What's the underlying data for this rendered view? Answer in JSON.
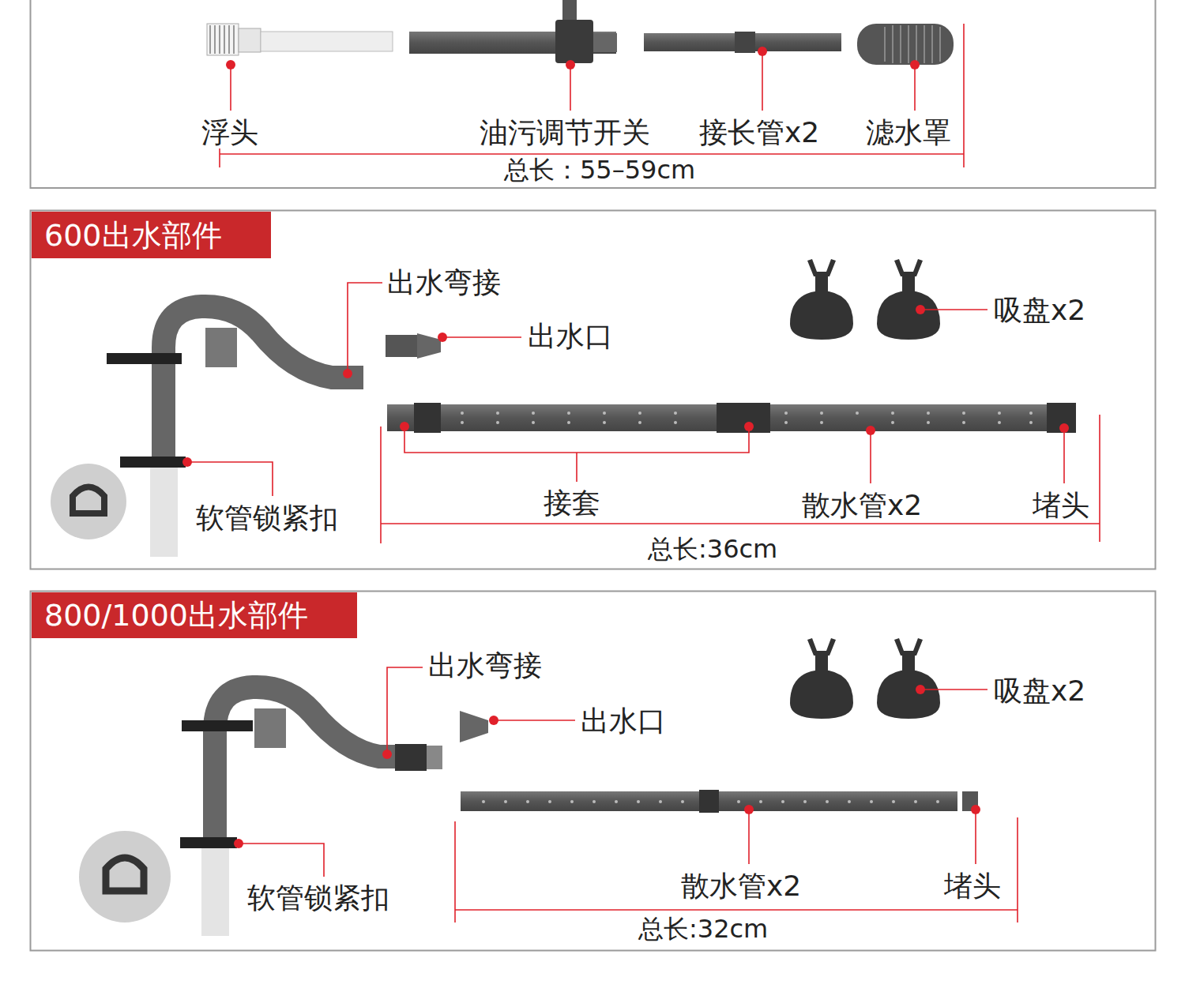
{
  "diagram": {
    "nodes": [
      {
        "text": [
          "600出水部件"
        ]
      },
      {
        "text": [
          "800/1000出水部件"
        ]
      }
    ],
    "labels": [
      "浮头",
      "油污调节开关",
      "接长管x2",
      "滤水罩",
      "总长：55–59cm",
      "出水弯接",
      "出水口",
      "吸盘x2",
      "软管锁紧扣",
      "接套",
      "散水管x2",
      "堵头",
      "总长:36cm",
      "出水弯接",
      "出水口",
      "吸盘x2",
      "软管锁紧扣",
      "散水管x2",
      "堵头",
      "总长:32cm"
    ]
  }
}
